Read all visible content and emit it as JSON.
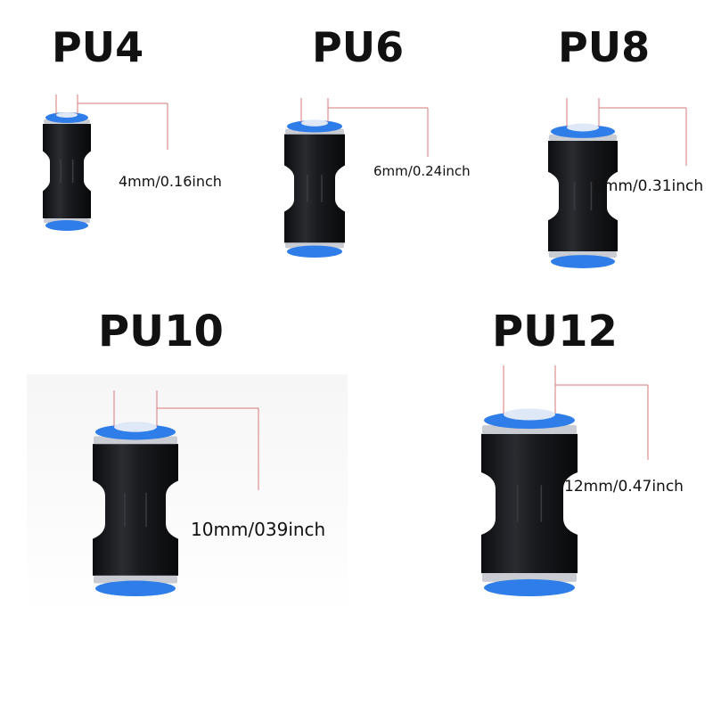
{
  "fittings": [
    {
      "title": "PU4",
      "dimension": "4mm/0.16inch"
    },
    {
      "title": "PU6",
      "dimension": "6mm/0.24inch"
    },
    {
      "title": "PU8",
      "dimension": "8mm/0.31inch"
    },
    {
      "title": "PU10",
      "dimension": "10mm/039inch"
    },
    {
      "title": "PU12",
      "dimension": "12mm/0.47inch"
    }
  ],
  "colors": {
    "body": "#141518",
    "collar": "#c9ccd2",
    "ring": "#2f7de8",
    "dimension_line": "#d97a7a",
    "text": "#111111"
  },
  "icons": {
    "product": "straight-push-in-union-fitting"
  }
}
